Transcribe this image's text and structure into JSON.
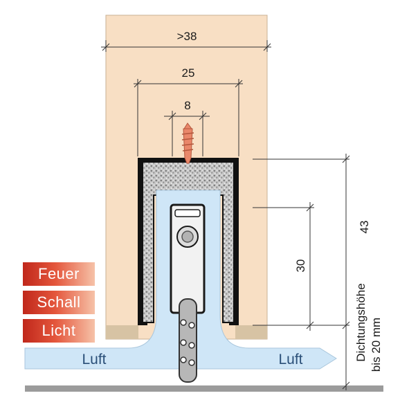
{
  "dimensions": {
    "overall_width": ">38",
    "inner_width": "25",
    "screw_spacing": "8",
    "profile_depth": "30",
    "total_height": "43"
  },
  "seal_height_label": [
    "Dichtungshöhe",
    "bis 20 mm"
  ],
  "protection_labels": [
    "Feuer",
    "Schall",
    "Licht"
  ],
  "airflow_labels": {
    "left": "Luft",
    "right": "Luft"
  },
  "colors": {
    "wood": "#f8dfc4",
    "floor": "#9b9b9b",
    "air": "#cfe6f7",
    "labels": "#d8412a"
  }
}
